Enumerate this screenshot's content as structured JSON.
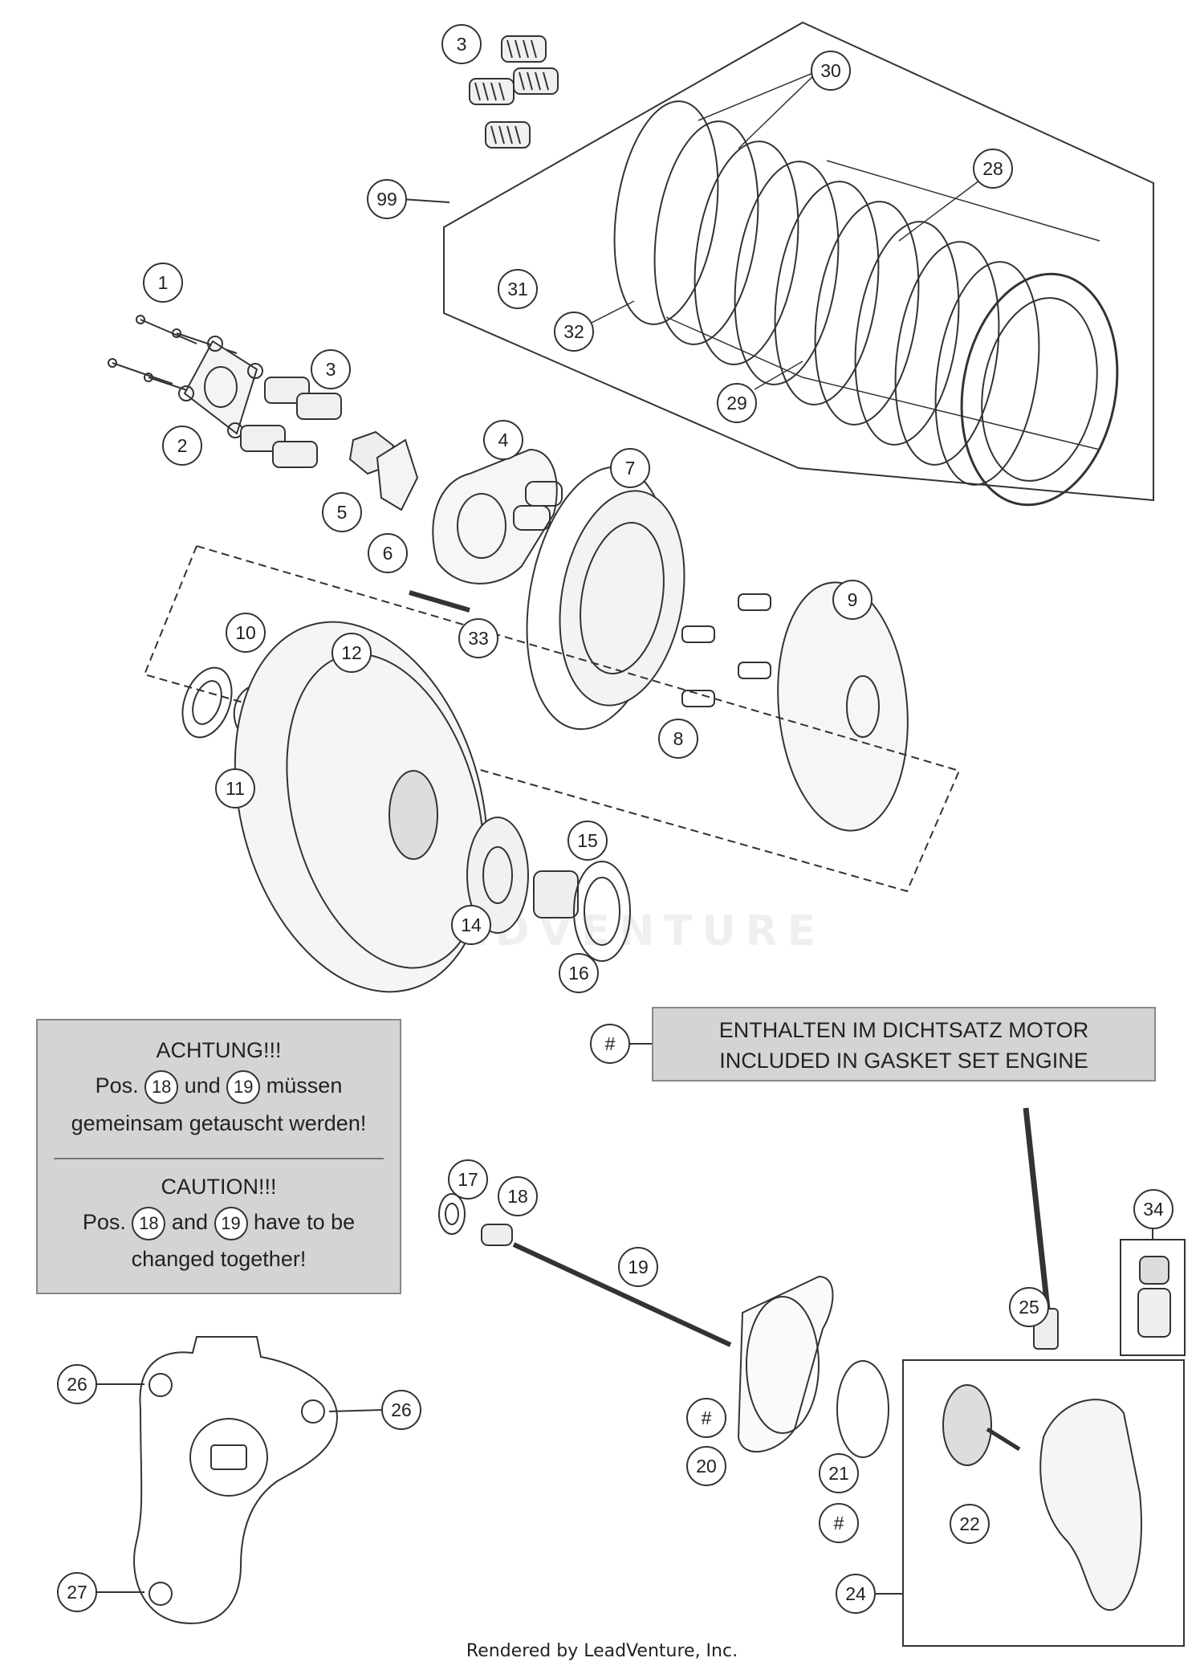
{
  "watermark": "LEADVENTURE",
  "footer": "Rendered by LeadVenture, Inc.",
  "warning": {
    "de_title": "ACHTUNG!!!",
    "de_pos": "Pos.",
    "de_ref_a": "18",
    "de_and": "und",
    "de_ref_b": "19",
    "de_tail": "müssen",
    "de_line3": "gemeinsam getauscht werden!",
    "en_title": "CAUTION!!!",
    "en_pos": "Pos.",
    "en_ref_a": "18",
    "en_and": "and",
    "en_ref_b": "19",
    "en_tail": "have to be",
    "en_line3": "changed together!"
  },
  "gasket_note": {
    "symbol": "#",
    "line1": "ENTHALTEN IM DICHTSATZ MOTOR",
    "line2": "INCLUDED IN GASKET SET ENGINE"
  },
  "callouts": {
    "c1": "1",
    "c2": "2",
    "c3a": "3",
    "c3b": "3",
    "c4": "4",
    "c5": "5",
    "c6": "6",
    "c7": "7",
    "c8": "8",
    "c9": "9",
    "c10": "10",
    "c11": "11",
    "c12": "12",
    "c14": "14",
    "c15": "15",
    "c16": "16",
    "c17": "17",
    "c18": "18",
    "c19": "19",
    "c20": "20",
    "c20h": "#",
    "c21": "21",
    "c21h": "#",
    "c22": "22",
    "c24": "24",
    "c25": "25",
    "c26a": "26",
    "c26b": "26",
    "c27": "27",
    "c28": "28",
    "c29": "29",
    "c30": "30",
    "c31": "31",
    "c32": "32",
    "c33": "33",
    "c34": "34",
    "c99": "99"
  }
}
